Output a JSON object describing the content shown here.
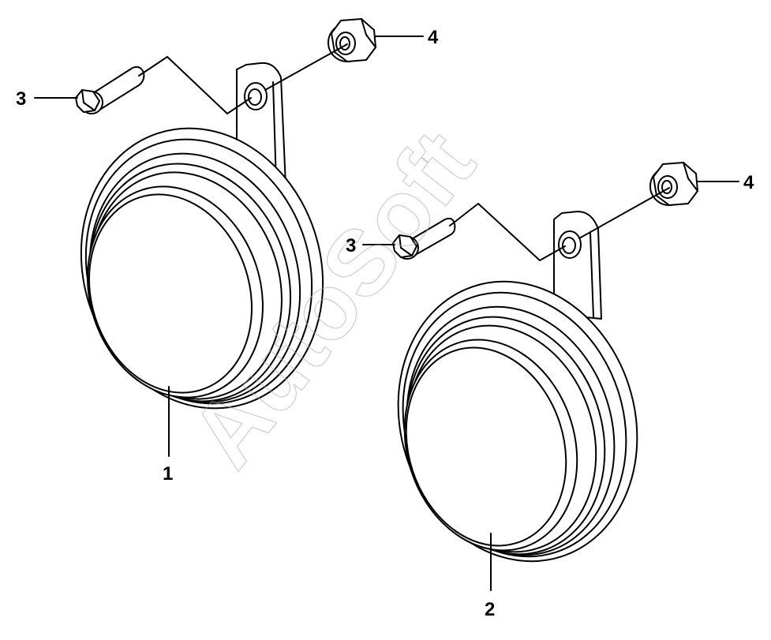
{
  "callouts": {
    "horn_left": "1",
    "horn_right": "2",
    "bolt_left": "3",
    "bolt_right": "3",
    "nut_left": "4",
    "nut_right": "4"
  },
  "watermark": {
    "text": "AutoSoft"
  },
  "colors": {
    "line": "#000000",
    "background": "#ffffff",
    "watermark": "#b0b0b0"
  }
}
